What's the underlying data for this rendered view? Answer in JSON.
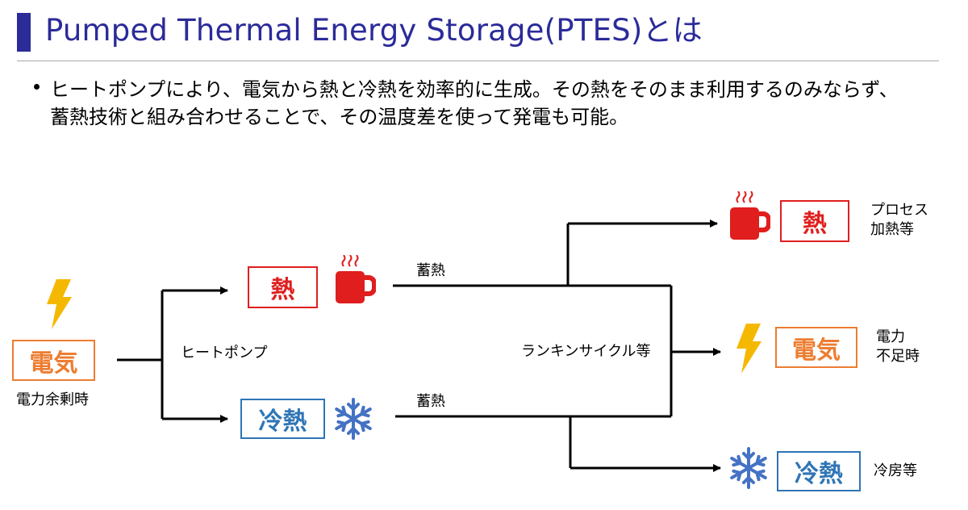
{
  "title": "Pumped Thermal Energy Storage(PTES)とは",
  "bullet": {
    "line1": "ヒートポンプにより、電気から熱と冷熱を効率的に生成。その熱をそのまま利用するのみならず、",
    "line2": "蓄熱技術と組み合わせることで、その温度差を使って発電も可能。"
  },
  "nodes": {
    "input_electricity": "電気",
    "input_caption": "電力余剰時",
    "heat_pump": "ヒートポンプ",
    "heat": "熱",
    "cold": "冷熱",
    "storage_top": "蓄熱",
    "storage_bottom": "蓄熱",
    "rankine": "ランキンサイクル等",
    "out_heat": "熱",
    "out_heat_line1": "プロセス",
    "out_heat_line2": "加熱等",
    "out_electricity": "電気",
    "out_electricity_line1": "電力",
    "out_electricity_line2": "不足時",
    "out_cold": "冷熱",
    "out_cold_caption": "冷房等"
  },
  "icons": {
    "lightning": "lightning-icon",
    "mug": "hot-mug-icon",
    "snowflake": "snowflake-icon"
  },
  "colors": {
    "title": "#2b2b9a",
    "heat": "#e01e1e",
    "electricity": "#ed7d31",
    "cold": "#2e75b6",
    "lightning": "#f5b800",
    "snowflake": "#4472c4"
  }
}
